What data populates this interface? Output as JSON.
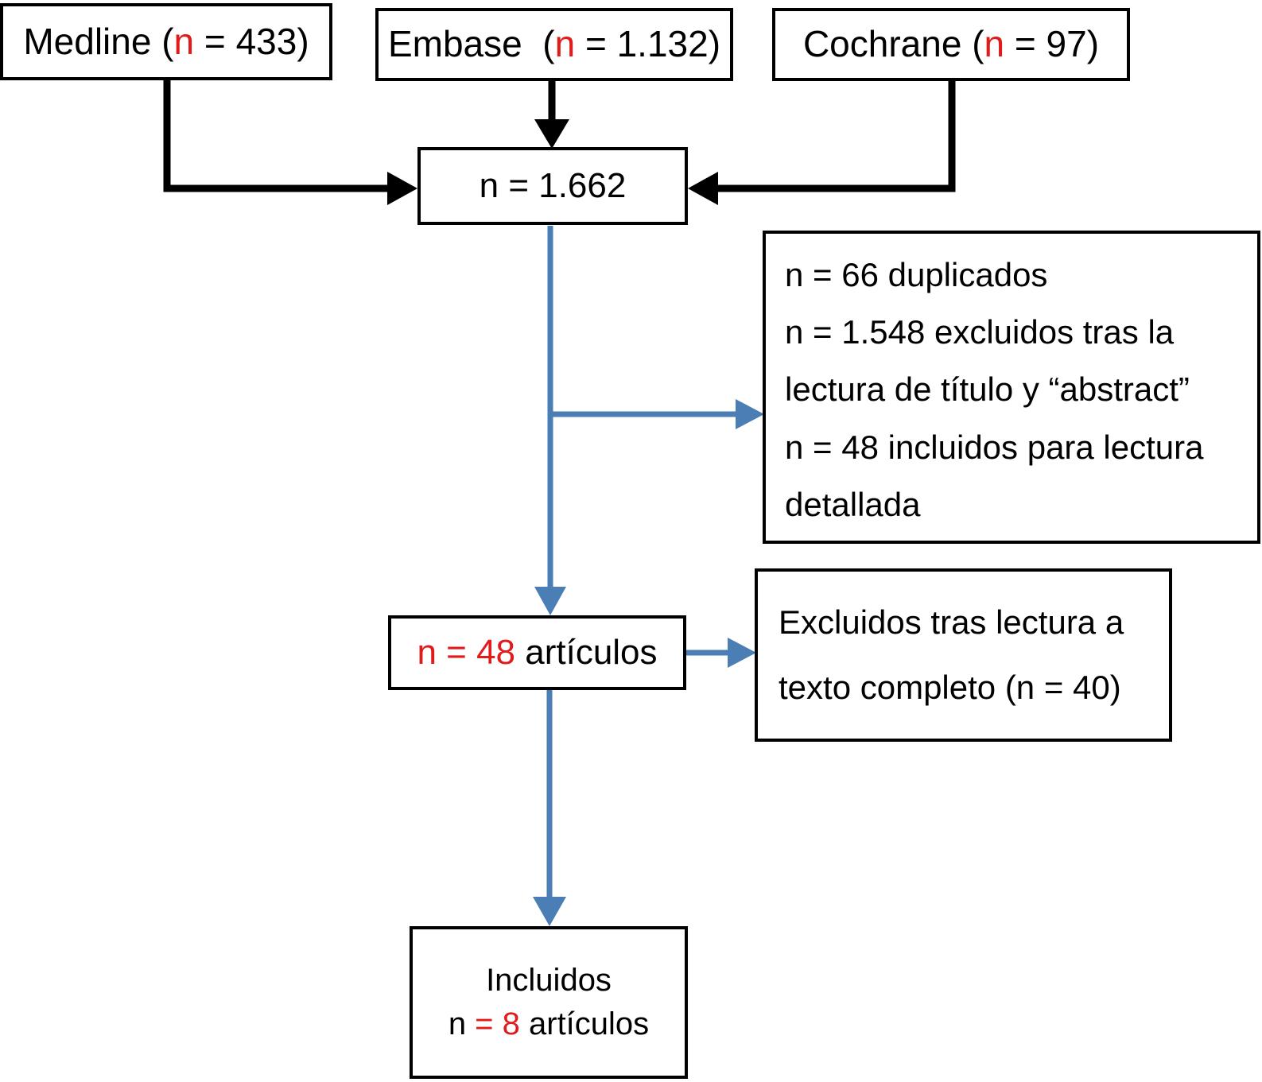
{
  "diagram": {
    "kind": "prisma-flow-diagram",
    "language": "es",
    "colors": {
      "accent_red": "#E01B1B",
      "black": "#000000",
      "arrow_blue": "#4A7EB5",
      "background": "#FFFFFF"
    }
  },
  "sources": {
    "medline": {
      "name": "Medline",
      "open_paren": "(",
      "n_label": "n",
      "equals": "= 433",
      "close_paren": ")",
      "count": 433,
      "full_text": "Medline (n = 433)"
    },
    "embase": {
      "name": "Embase",
      "open_paren": "(",
      "n_label": "n",
      "equals": "= 1.132",
      "close_paren": ")",
      "count": 1132,
      "full_text": "Embase  (n = 1.132)"
    },
    "cochrane": {
      "name": "Cochrane",
      "open_paren": "(",
      "n_label": "n",
      "equals": "= 97",
      "close_paren": ")",
      "count": 97,
      "full_text": "Cochrane (n = 97)"
    }
  },
  "total": {
    "text": "n = 1.662",
    "count": 1662
  },
  "screening_exclusions": {
    "line1": "n = 66 duplicados",
    "line2": "n = 1.548 excluidos tras la",
    "line3": "lectura de  título y “abstract”",
    "line4": "n = 48 incluidos para lectura",
    "line5": "detallada",
    "duplicates": 66,
    "excluded_title_abstract": 1548,
    "included_full_text": 48
  },
  "articles": {
    "n_part": "n = 48",
    "word_part": " artículos",
    "count": 48,
    "full_text": "n = 48 artículos"
  },
  "fulltext_exclusions": {
    "line1": "Excluidos tras lectura a",
    "line2": "texto completo (n = 40)",
    "count": 40
  },
  "included": {
    "title": "Incluidos",
    "n_prefix": "n ",
    "n_value": "= 8",
    "n_suffix": " artículos",
    "count": 8,
    "full_text": "Incluidos n = 8 artículos"
  },
  "connectors": [
    {
      "name": "medline-to-total",
      "style": "elbow",
      "color": "#000000",
      "arrow": "right"
    },
    {
      "name": "embase-to-total",
      "style": "straight",
      "color": "#000000",
      "arrow": "down"
    },
    {
      "name": "cochrane-to-total",
      "style": "elbow",
      "color": "#000000",
      "arrow": "left"
    },
    {
      "name": "total-to-articles",
      "style": "straight",
      "color": "#4A7EB5",
      "arrow": "down"
    },
    {
      "name": "total-to-screening-exclusions",
      "style": "branch",
      "color": "#4A7EB5",
      "arrow": "right"
    },
    {
      "name": "articles-to-fulltext-exclusions",
      "style": "straight",
      "color": "#4A7EB5",
      "arrow": "right"
    },
    {
      "name": "articles-to-included",
      "style": "straight",
      "color": "#4A7EB5",
      "arrow": "down"
    }
  ]
}
